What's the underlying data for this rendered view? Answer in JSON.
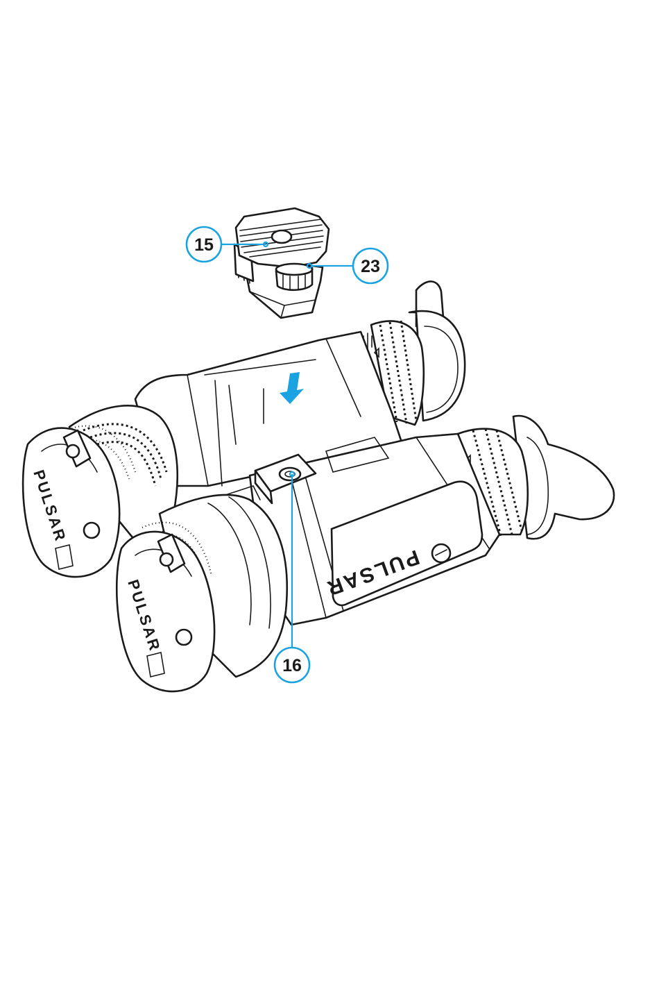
{
  "callouts": {
    "c15": {
      "label": "15"
    },
    "c23": {
      "label": "23"
    },
    "c16": {
      "label": "16"
    }
  },
  "branding": {
    "cap_logo_text": "PULSAR",
    "body_logo_text": "PULSAR"
  },
  "colors": {
    "callout_accent": "#1aa3e0",
    "line_art": "#1a1a1a",
    "background": "#ffffff"
  },
  "icons": {
    "direction_arrow": "down-arrow-icon"
  }
}
